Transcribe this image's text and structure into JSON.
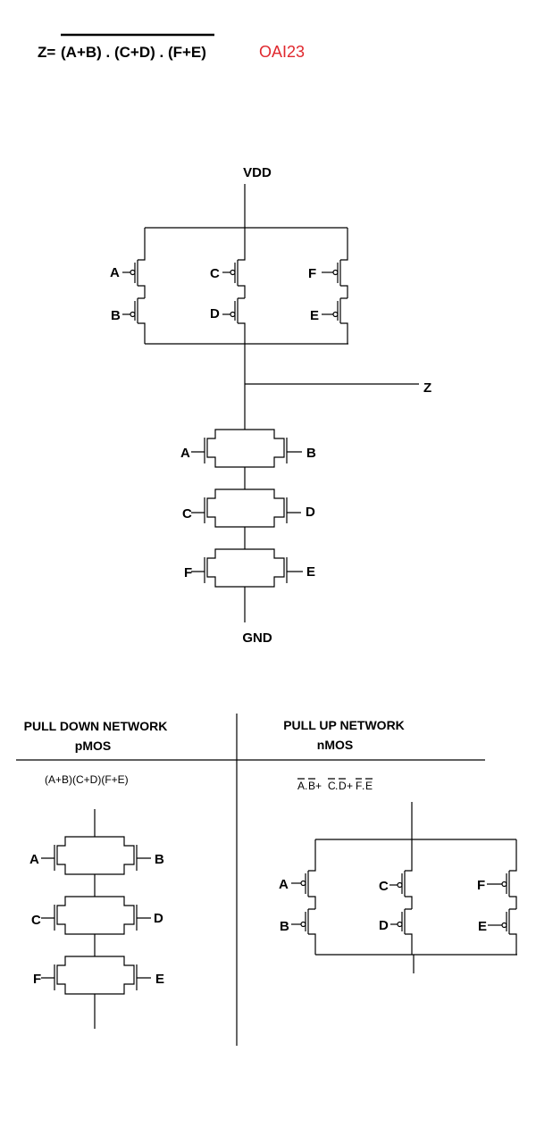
{
  "equation": {
    "prefix": "Z=",
    "expression": "(A+B) . (C+D) . (F+E)",
    "label": "OAI23",
    "label_color": "#e0282e"
  },
  "schematic": {
    "vdd": "VDD",
    "gnd": "GND",
    "output": "Z",
    "pmos_gates": [
      "A",
      "B",
      "C",
      "D",
      "F",
      "E"
    ],
    "nmos_gates": [
      "A",
      "B",
      "C",
      "D",
      "F",
      "E"
    ]
  },
  "table": {
    "left_header_1": "PULL DOWN NETWORK",
    "left_header_2": "pMOS",
    "left_expr": "(A+B)(C+D)(F+E)",
    "right_header_1": "PULL UP NETWORK",
    "right_header_2": "nMOS",
    "right_expr": {
      "a": "A",
      "dot1": ".",
      "b": "B",
      "plus1": " + ",
      "c": "C",
      "dot2": ".",
      "d": "D",
      "plus2": "+ ",
      "f": "F",
      "dot3": ".",
      "e": "E"
    },
    "left_gates": [
      "A",
      "B",
      "C",
      "D",
      "F",
      "E"
    ],
    "right_gates": [
      "A",
      "B",
      "C",
      "D",
      "F",
      "E"
    ]
  }
}
